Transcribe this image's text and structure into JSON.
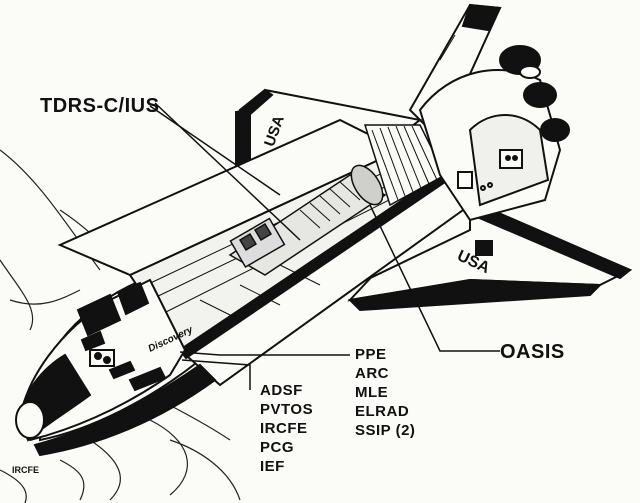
{
  "labels": {
    "tdrs": "TDRS-C/IUS",
    "oasis": "OASIS",
    "mid_list": [
      "PPE",
      "ARC",
      "MLE",
      "ELRAD",
      "SSIP (2)"
    ],
    "low_list": [
      "ADSF",
      "PVTOS",
      "IRCFE",
      "PCG",
      "IEF"
    ],
    "corner": "IRCFE"
  },
  "markings": {
    "wing_left": "USA",
    "wing_right": "USA",
    "orbiter_name": "Discovery"
  },
  "colors": {
    "ink": "#111111",
    "paper": "#fbfbf8"
  }
}
